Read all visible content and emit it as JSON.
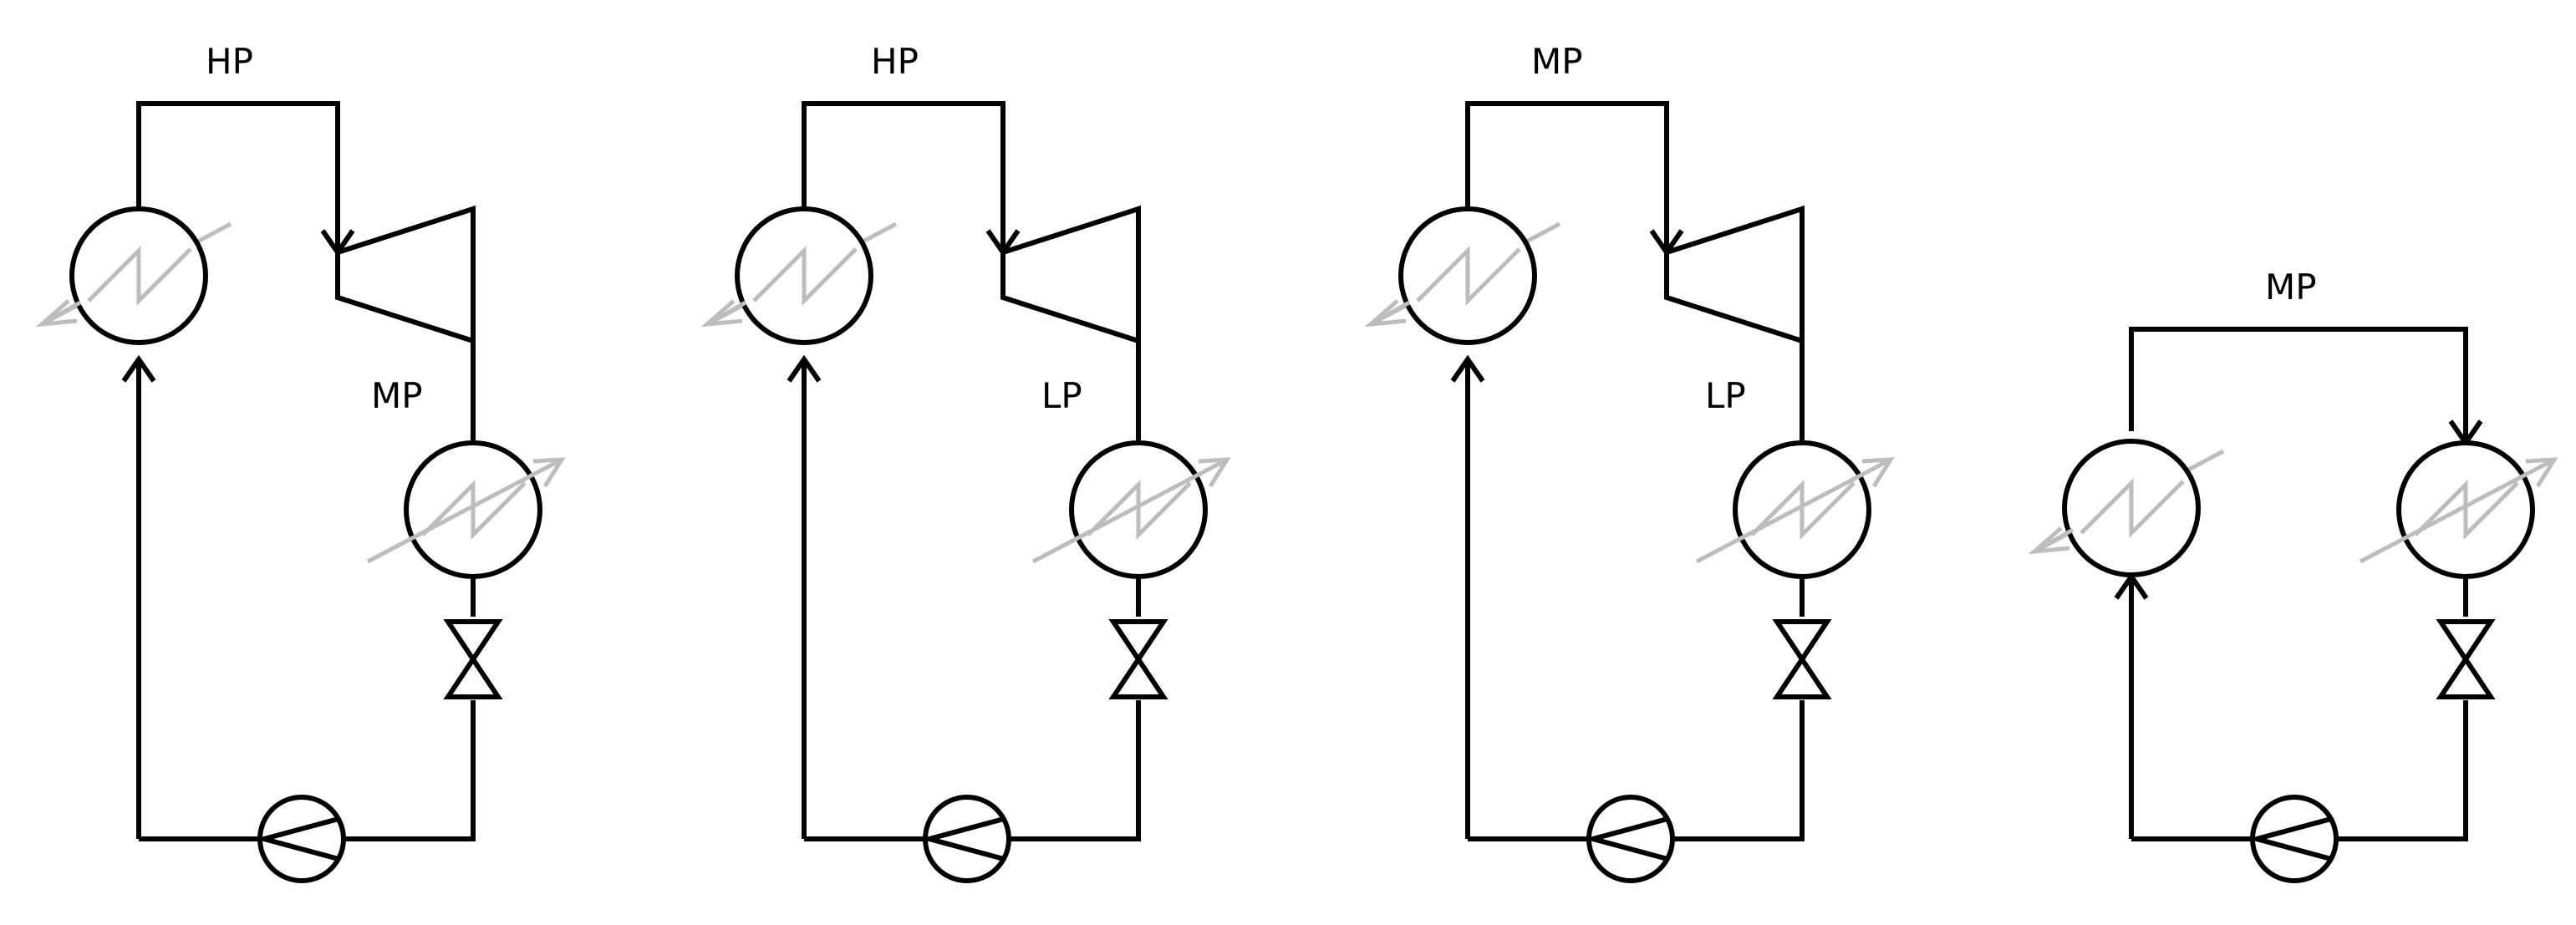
{
  "diagram": {
    "cycles": [
      {
        "top_label": "HP",
        "side_label": "MP"
      },
      {
        "top_label": "HP",
        "side_label": "LP"
      },
      {
        "top_label": "MP",
        "side_label": "LP"
      },
      {
        "top_label": "MP"
      }
    ]
  }
}
